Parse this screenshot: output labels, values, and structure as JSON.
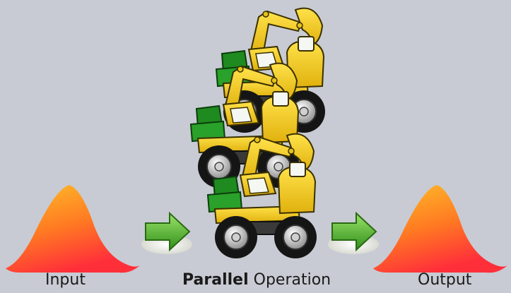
{
  "labels": {
    "input": "Input",
    "parallel_bold": "Parallel",
    "operation": "Operation",
    "output": "Output"
  },
  "colors": {
    "background": "#c8cbd3",
    "pile_top": "#ffb21c",
    "pile_bottom": "#ff3b30",
    "arrow_green": "#56b82c",
    "excavator_yellow": "#f2cf1f",
    "cabin_green": "#1f8a1f",
    "tire_black": "#151515"
  },
  "icons": [
    "sand-pile-icon",
    "arrow-right-icon",
    "excavator-icon"
  ]
}
